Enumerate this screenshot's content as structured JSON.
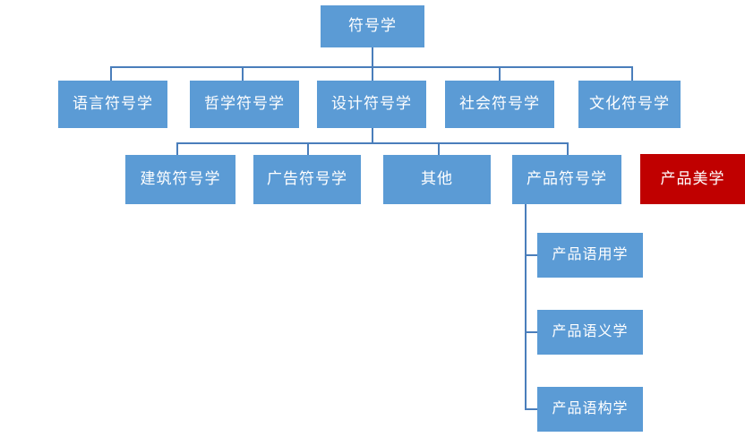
{
  "diagram": {
    "type": "organization-tree",
    "title_node": {
      "label": "符号学"
    },
    "colors": {
      "node_blue": "#5B9BD5",
      "node_red": "#C00000",
      "connector": "#4A7EBB",
      "text": "#FFFFFF",
      "background": "#FFFFFF"
    },
    "levels": [
      {
        "level": 1,
        "nodes": [
          {
            "label": "符号学",
            "color": "blue"
          }
        ]
      },
      {
        "level": 2,
        "nodes": [
          {
            "label": "语言符号学",
            "color": "blue"
          },
          {
            "label": "哲学符号学",
            "color": "blue"
          },
          {
            "label": "设计符号学",
            "color": "blue"
          },
          {
            "label": "社会符号学",
            "color": "blue"
          },
          {
            "label": "文化符号学",
            "color": "blue"
          }
        ]
      },
      {
        "level": 3,
        "nodes": [
          {
            "label": "建筑符号学",
            "color": "blue"
          },
          {
            "label": "广告符号学",
            "color": "blue"
          },
          {
            "label": "其他",
            "color": "blue"
          },
          {
            "label": "产品符号学",
            "color": "blue"
          },
          {
            "label": "产品美学",
            "color": "red"
          }
        ]
      },
      {
        "level": 4,
        "nodes": [
          {
            "label": "产品语用学",
            "color": "blue"
          },
          {
            "label": "产品语义学",
            "color": "blue"
          },
          {
            "label": "产品语构学",
            "color": "blue"
          }
        ]
      }
    ]
  }
}
